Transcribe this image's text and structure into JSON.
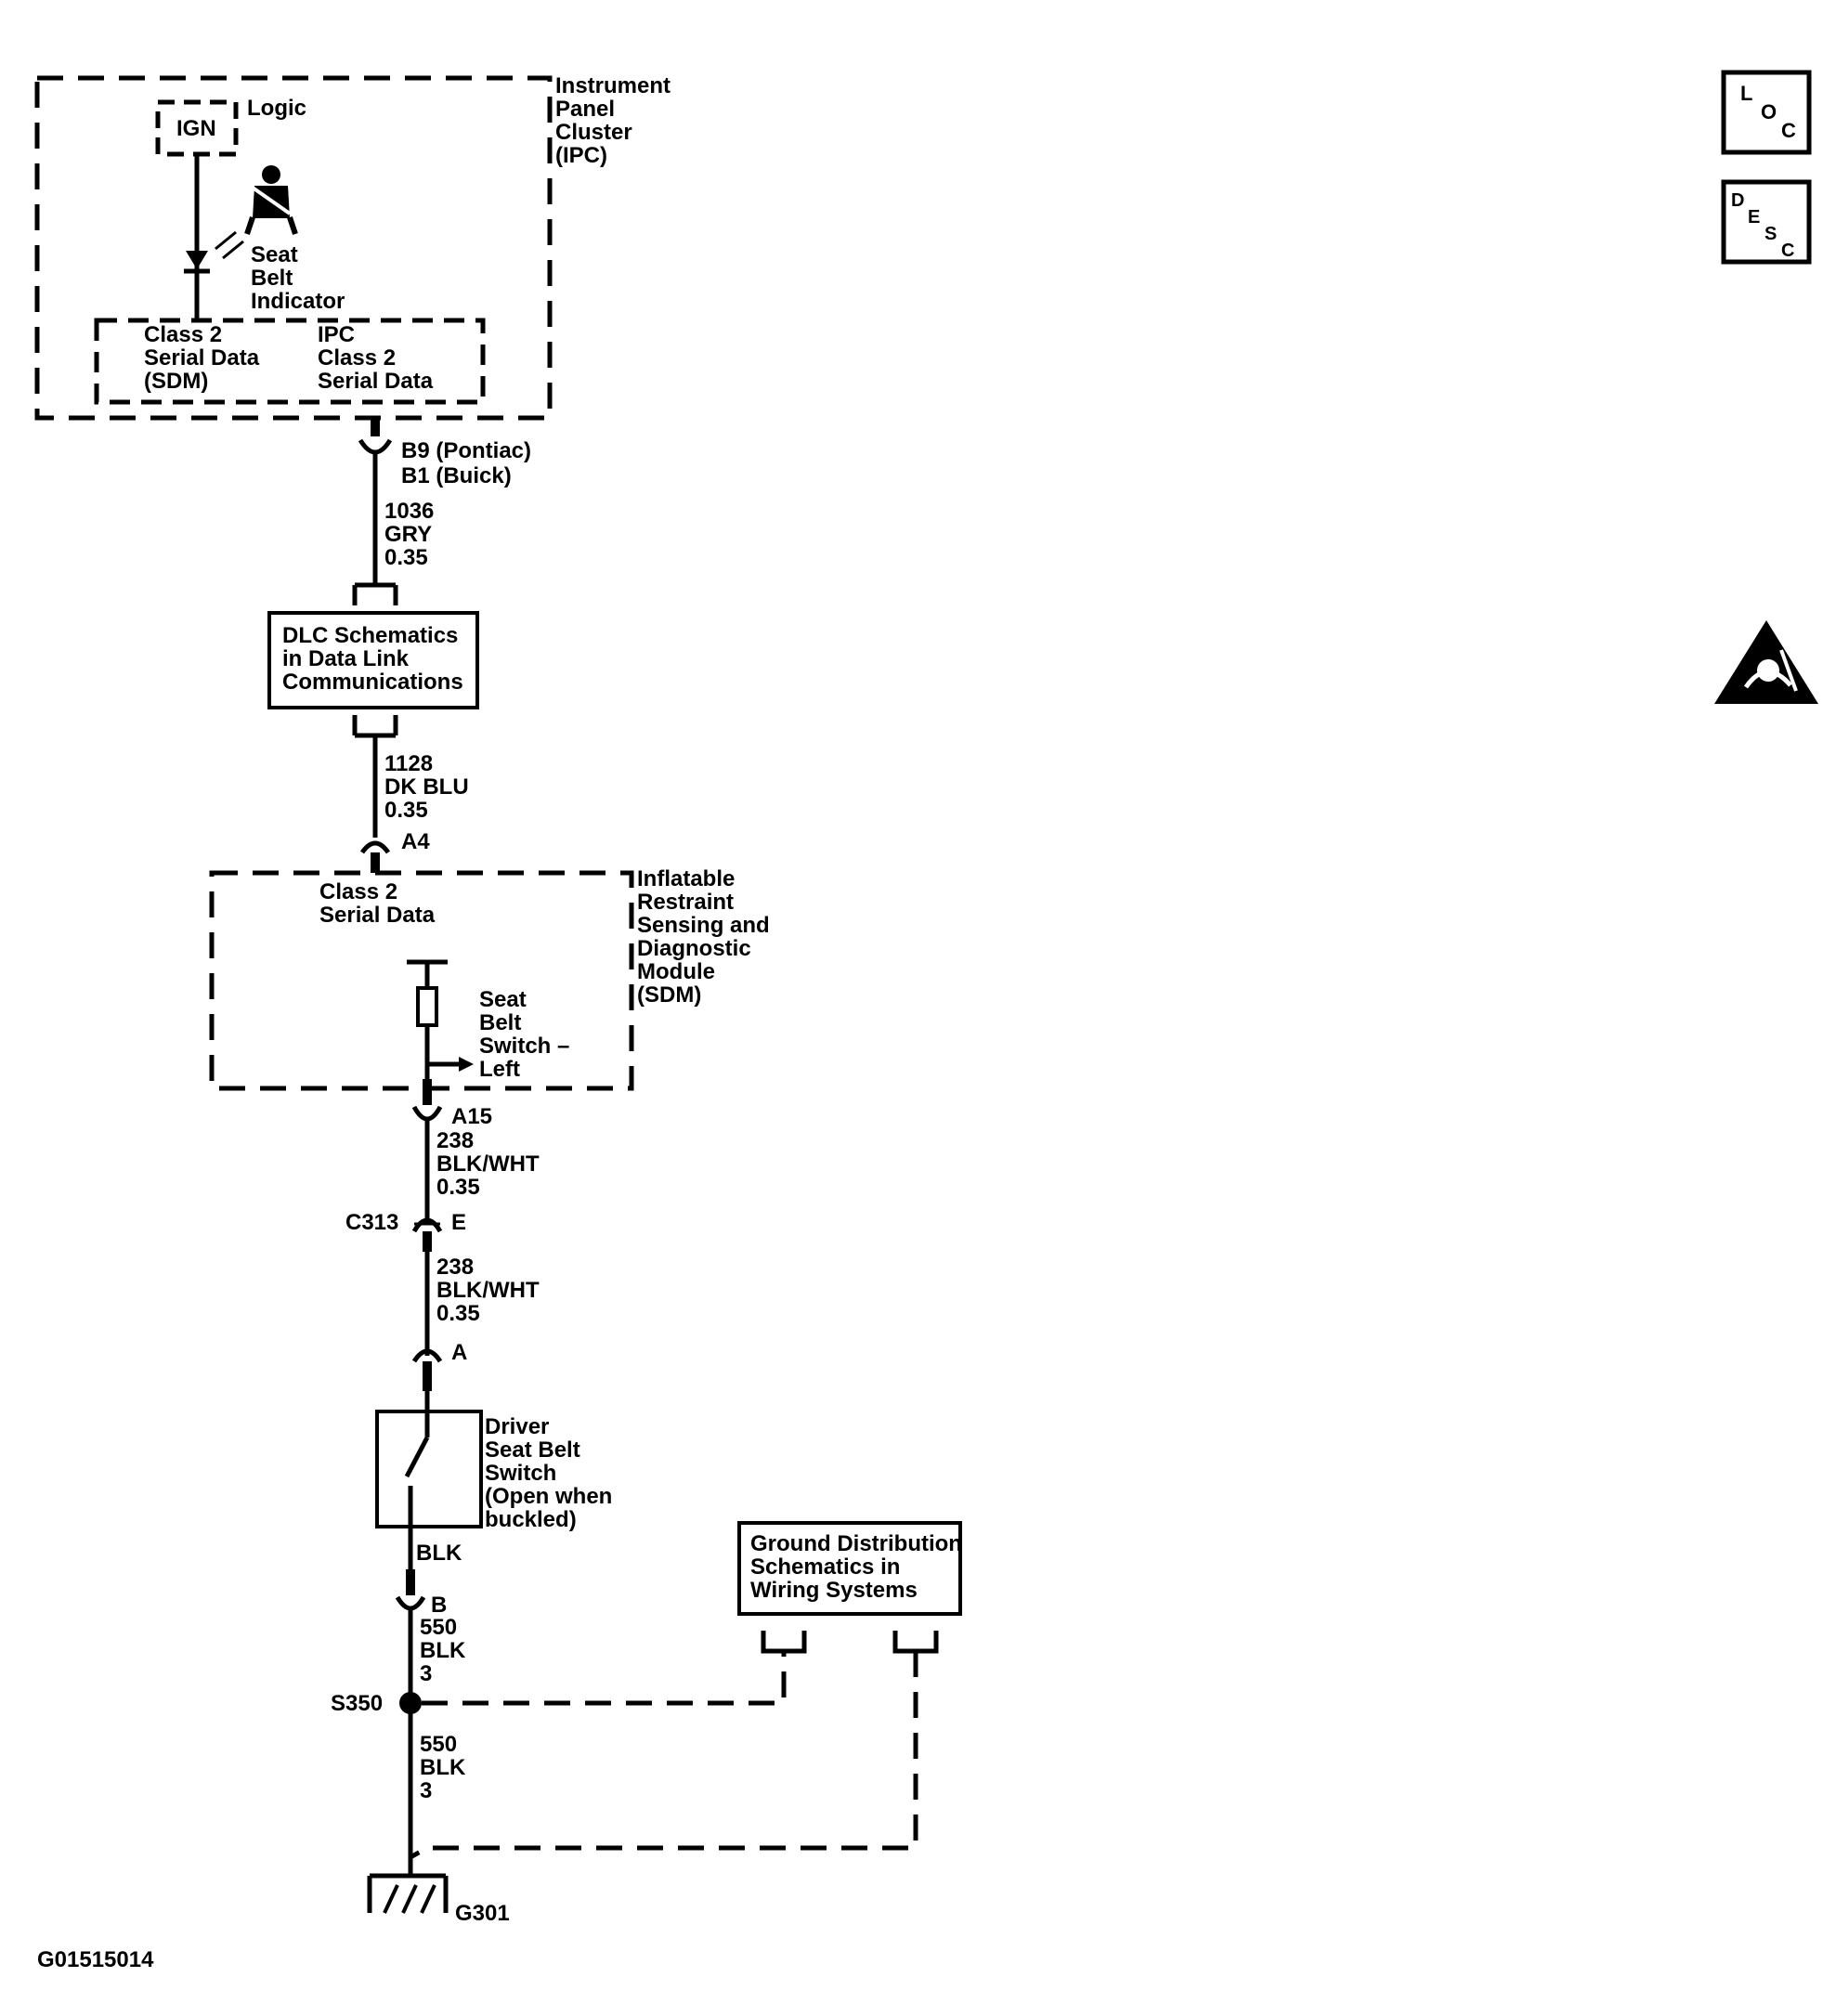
{
  "figure_id": "G01515014",
  "ipc": {
    "name": [
      "Instrument",
      "Panel",
      "Cluster",
      "(IPC)"
    ],
    "ign": "IGN",
    "logic": "Logic",
    "indicator": [
      "Seat",
      "Belt",
      "Indicator"
    ],
    "serial_sdm": [
      "Class 2",
      "Serial Data",
      "(SDM)"
    ],
    "serial_ipc": [
      "IPC",
      "Class 2",
      "Serial Data"
    ]
  },
  "pin_b9": "B9 (Pontiac)",
  "pin_b1": "B1 (Buick)",
  "wire_1036": [
    "1036",
    "GRY",
    "0.35"
  ],
  "dlc_box": [
    "DLC Schematics",
    "in Data Link",
    "Communications"
  ],
  "wire_1128": [
    "1128",
    "DK BLU",
    "0.35"
  ],
  "pin_a4": "A4",
  "sdm": {
    "name": [
      "Inflatable",
      "Restraint",
      "Sensing and",
      "Diagnostic",
      "Module",
      "(SDM)"
    ],
    "serial": [
      "Class 2",
      "Serial Data"
    ],
    "switch_label": [
      "Seat",
      "Belt",
      "Switch –",
      "Left"
    ]
  },
  "pin_a15": "A15",
  "wire_238_a": [
    "238",
    "BLK/WHT",
    "0.35"
  ],
  "connector_c313": "C313",
  "pin_e": "E",
  "wire_238_b": [
    "238",
    "BLK/WHT",
    "0.35"
  ],
  "pin_a": "A",
  "driver_switch": [
    "Driver",
    "Seat Belt",
    "Switch",
    "(Open when",
    "buckled)"
  ],
  "wire_blk": "BLK",
  "pin_b": "B",
  "wire_550_a": [
    "550",
    "BLK",
    "3"
  ],
  "splice": "S350",
  "wire_550_b": [
    "550",
    "BLK",
    "3"
  ],
  "ground": "G301",
  "ground_box": [
    "Ground Distribution",
    "Schematics in",
    "Wiring Systems"
  ],
  "icons": {
    "loc": [
      "L",
      "O",
      "C"
    ],
    "desc": [
      "D",
      "E",
      "S",
      "C"
    ]
  }
}
